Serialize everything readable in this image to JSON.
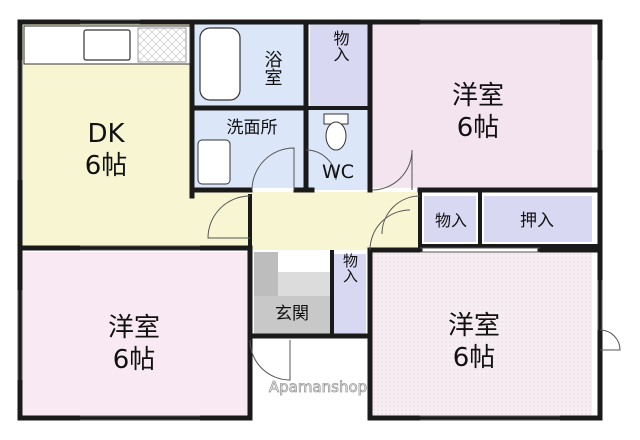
{
  "rooms": {
    "dk": {
      "name": "DK",
      "size": "6帖"
    },
    "western_top_right": {
      "name": "洋室",
      "size": "6帖"
    },
    "western_bottom_left": {
      "name": "洋室",
      "size": "6帖"
    },
    "western_bottom_right": {
      "name": "洋室",
      "size": "6帖"
    },
    "bath": {
      "name": "浴室"
    },
    "storage_top": {
      "name": "物入"
    },
    "washroom": {
      "name": "洗面所"
    },
    "wc": {
      "name": "WC"
    },
    "storage_mid": {
      "name": "物入"
    },
    "closet": {
      "name": "押入"
    },
    "storage_hall": {
      "name": "物入"
    },
    "entrance": {
      "name": "玄関"
    }
  },
  "watermark": {
    "text": "Apamanshop"
  },
  "colors": {
    "wall": "#1a1a1a",
    "dk_floor": "#f8f6d2",
    "western_pink": "#f8e9f2",
    "western_top_right": "#f4e4ef",
    "wet_area": "#dbe6f8",
    "storage": "#d8d8f2",
    "entrance": "#c8c8c8",
    "hall": "#f8f6d2"
  }
}
